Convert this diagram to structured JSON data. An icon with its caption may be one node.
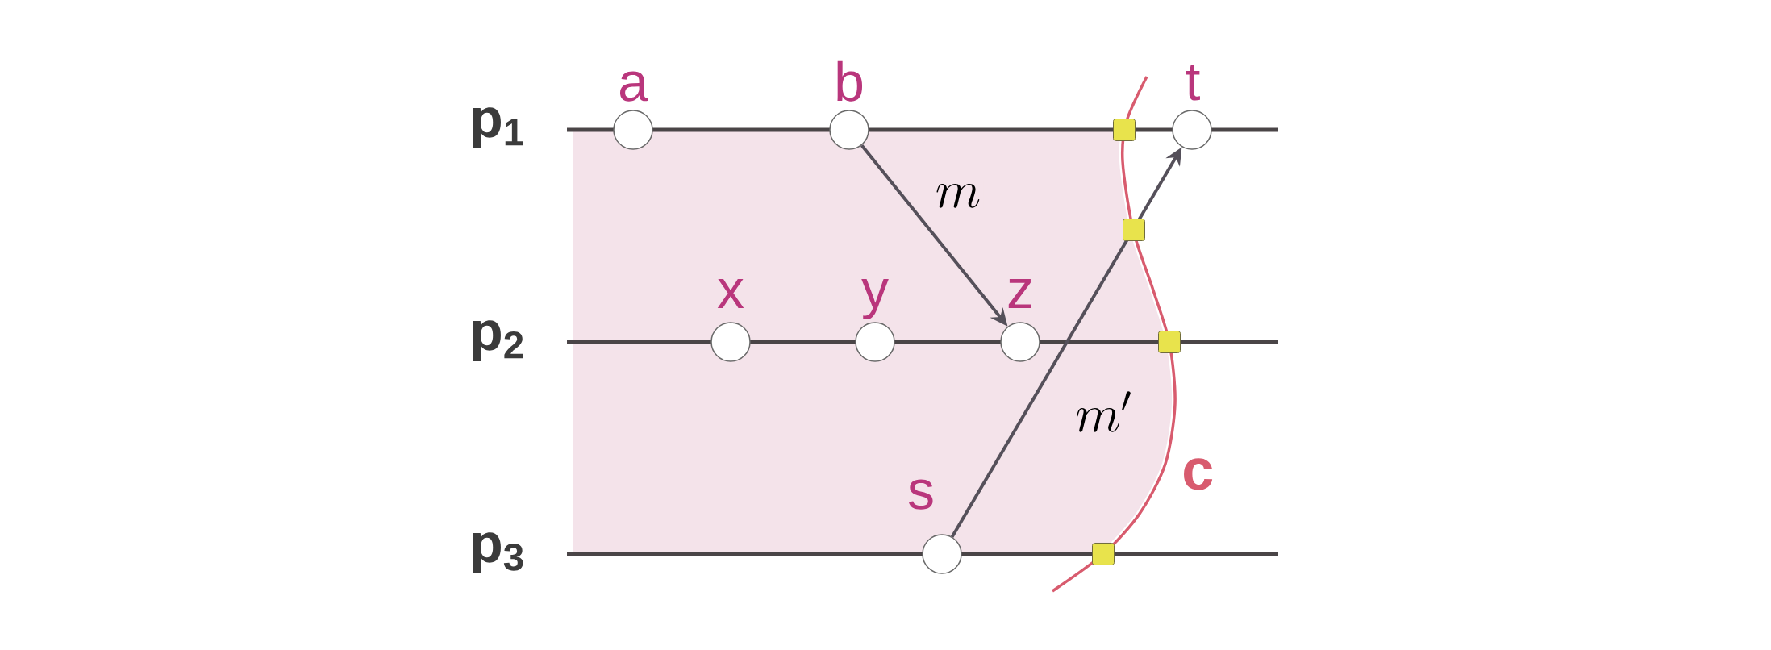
{
  "diagram": {
    "nodes": [
      {
        "text": [
          "a"
        ]
      },
      {
        "text": [
          "b"
        ]
      },
      {
        "text": [
          "t"
        ]
      },
      {
        "text": [
          "x"
        ]
      },
      {
        "text": [
          "y"
        ]
      },
      {
        "text": [
          "z"
        ]
      },
      {
        "text": [
          "s"
        ]
      }
    ],
    "edges": [
      {
        "from": 1,
        "to": 5,
        "arrow": "to",
        "label": "m"
      },
      {
        "from": 6,
        "to": 2,
        "arrow": "to",
        "label": "m'"
      }
    ],
    "labels": [
      "p$_{1}$",
      "p$_{2}$",
      "p$_{3}$",
      "c"
    ]
  }
}
